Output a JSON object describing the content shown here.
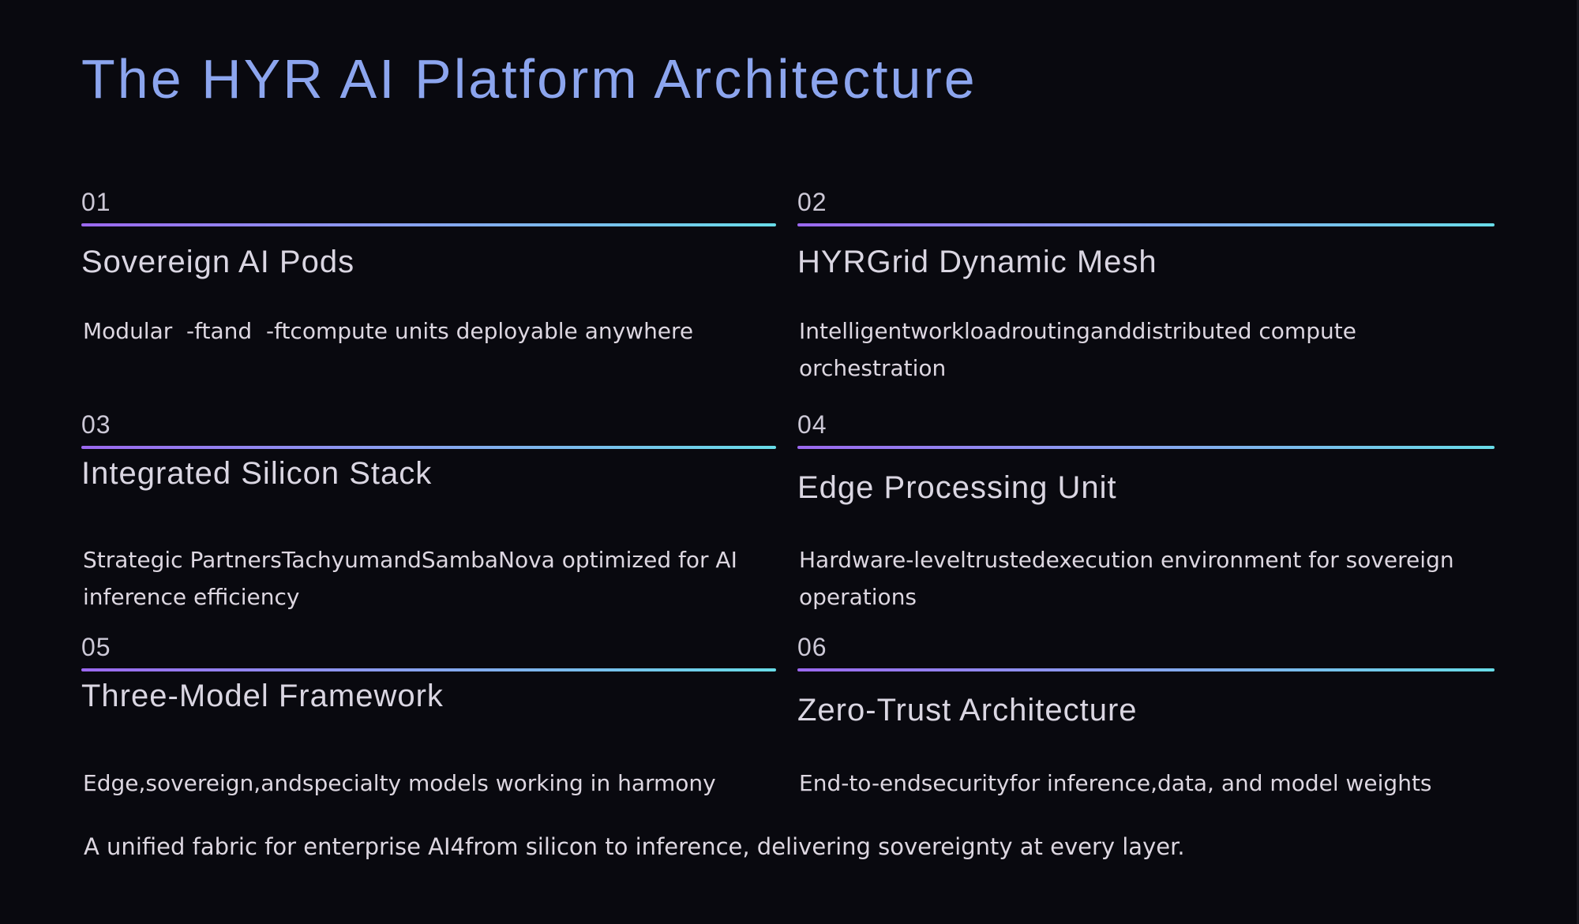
{
  "slide": {
    "title": "The HYR AI Platform Architecture",
    "footer": "A unified fabric for enterprise AI4from silicon to inference, delivering sovereignty at every layer.",
    "colors": {
      "title": "#8ca5ee",
      "rule_gradient_start": "#9b68ef",
      "rule_gradient_mid": "#8a9ff0",
      "rule_gradient_end": "#68dce8",
      "background": "#09090f",
      "body_text": "#ddd7e1"
    },
    "items": [
      {
        "number": "01",
        "title": "Sovereign AI Pods",
        "description": "Modular  -ftand  -ftcompute units deployable anywhere"
      },
      {
        "number": "02",
        "title": "HYRGrid Dynamic Mesh",
        "description": "Intelligentworkloadroutinganddistributed compute orchestration"
      },
      {
        "number": "03",
        "title": "Integrated Silicon Stack",
        "description": "Strategic PartnersTachyumandSambaNova optimized for AI inference efficiency"
      },
      {
        "number": "04",
        "title": "Edge Processing Unit",
        "description": "Hardware-leveltrustedexecution environment for sovereign operations"
      },
      {
        "number": "05",
        "title": "Three-Model Framework",
        "description": "Edge,sovereign,andspecialty models working in harmony"
      },
      {
        "number": "06",
        "title": "Zero-Trust Architecture",
        "description": "End-to-endsecurityfor inference,data, and model weights"
      }
    ]
  }
}
